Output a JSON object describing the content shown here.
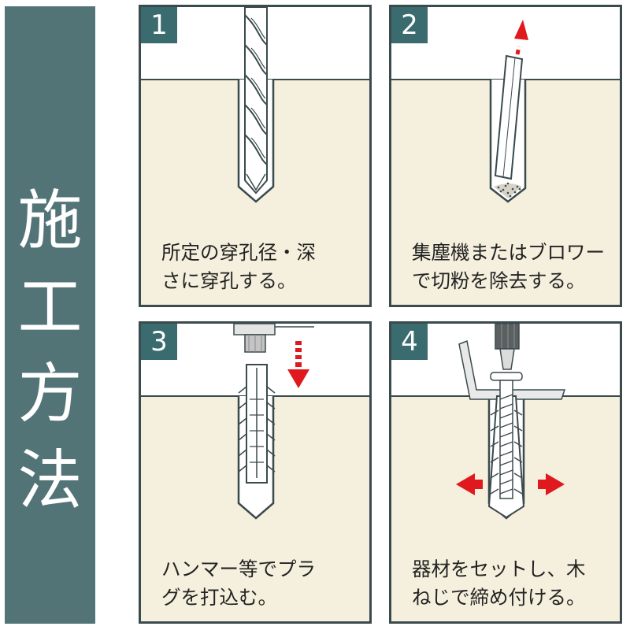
{
  "side_title": [
    "施",
    "工",
    "方",
    "法"
  ],
  "colors": {
    "sidebar": "#527477",
    "badge": "#3a6b6f",
    "background_wall": "#f5f0dd",
    "arrow": "#e0191f"
  },
  "steps": [
    {
      "number": "1",
      "caption_lines": [
        "所定の穿孔径・深",
        "さに穿孔する。"
      ],
      "icon": "drill-bit"
    },
    {
      "number": "2",
      "caption_lines": [
        "集塵機またはブロワー",
        "で切粉を除去する。"
      ],
      "icon": "blower-nozzle"
    },
    {
      "number": "3",
      "caption_lines": [
        "ハンマー等でプラ",
        "グを打込む。"
      ],
      "icon": "hammer-plug"
    },
    {
      "number": "4",
      "caption_lines": [
        "器材をセットし、木",
        "ねじで締め付ける。"
      ],
      "icon": "screwdriver-screw"
    }
  ]
}
